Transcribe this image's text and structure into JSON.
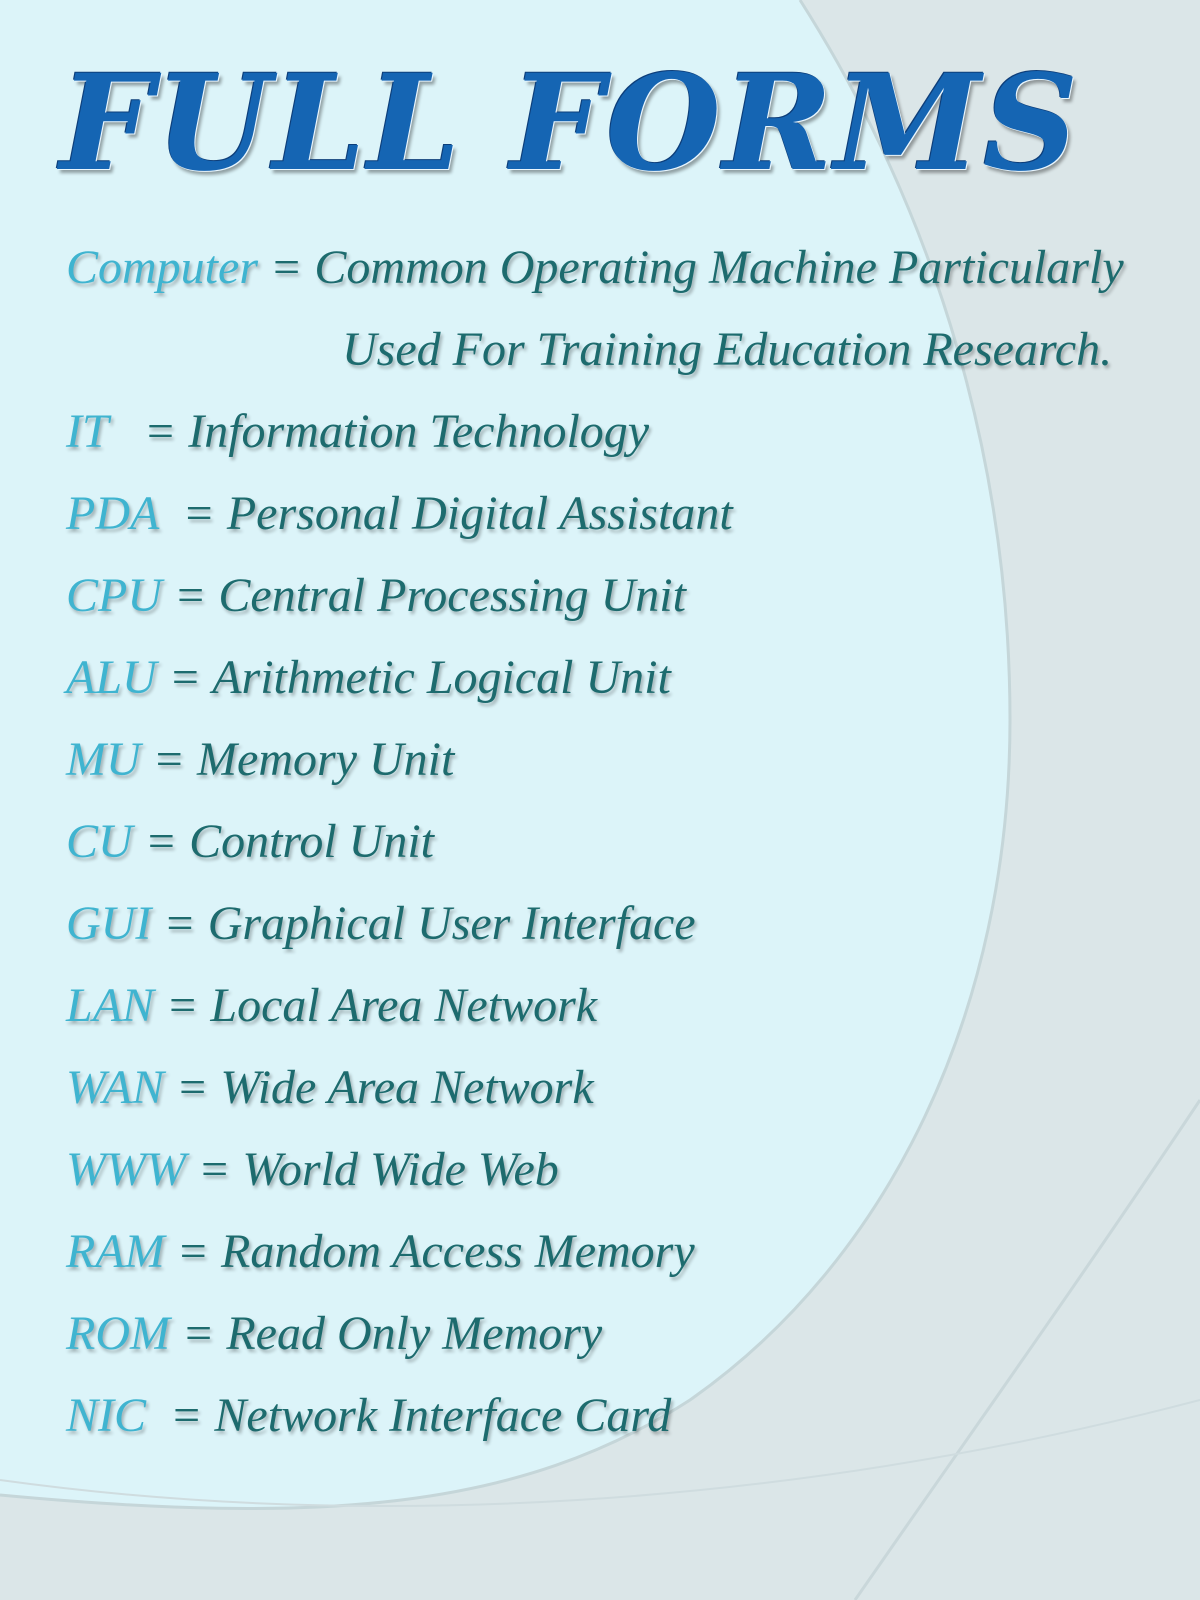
{
  "title": "FULL FORMS",
  "colors": {
    "title": "#1565b3",
    "abbreviation": "#3fb4d0",
    "expansion": "#1d6b6e",
    "panel": "#dcf4f9",
    "background": "#dbe6e8"
  },
  "entries": [
    {
      "abbr": "Computer",
      "sep": " = ",
      "full": "Common Operating Machine Particularly",
      "full_cont": "Used For Training Education Research."
    },
    {
      "abbr": "IT",
      "sep": "   = ",
      "full": "Information Technology"
    },
    {
      "abbr": "PDA",
      "sep": "  = ",
      "full": "Personal Digital Assistant"
    },
    {
      "abbr": "CPU",
      "sep": " = ",
      "full": "Central Processing Unit"
    },
    {
      "abbr": "ALU",
      "sep": " = ",
      "full": "Arithmetic Logical Unit"
    },
    {
      "abbr": "MU",
      "sep": " = ",
      "full": "Memory Unit"
    },
    {
      "abbr": "CU",
      "sep": " = ",
      "full": "Control Unit"
    },
    {
      "abbr": "GUI",
      "sep": " = ",
      "full": "Graphical User Interface"
    },
    {
      "abbr": "LAN",
      "sep": " = ",
      "full": "Local Area Network"
    },
    {
      "abbr": "WAN",
      "sep": " = ",
      "full": "Wide Area Network"
    },
    {
      "abbr": "WWW",
      "sep": " = ",
      "full": "World Wide Web"
    },
    {
      "abbr": "RAM",
      "sep": " = ",
      "full": "Random Access Memory"
    },
    {
      "abbr": "ROM",
      "sep": " = ",
      "full": "Read Only Memory"
    },
    {
      "abbr": "NIC",
      "sep": "  = ",
      "full": "Network Interface Card"
    }
  ]
}
